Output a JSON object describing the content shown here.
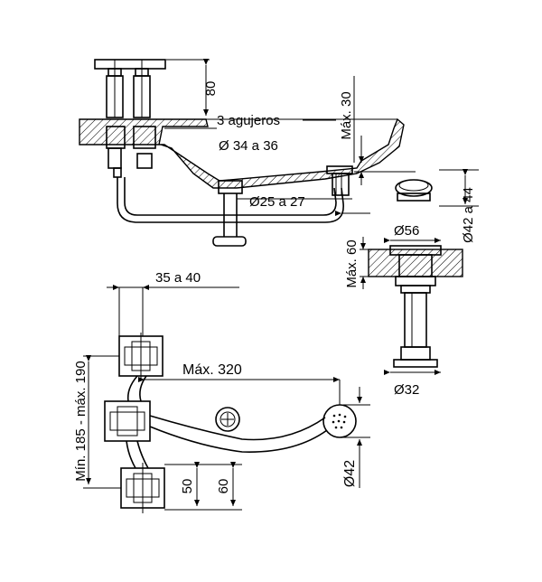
{
  "dimensions": {
    "faucet_height": "80",
    "holes_count": "3 agujeros",
    "holes_diameter": "Ø 34 a 36",
    "max_basin": "Máx. 30",
    "drain_diameter": "Ø25 a 27",
    "drain_plug_diameter": "Ø42 a 44",
    "flange_diameter": "Ø56",
    "max_thickness": "Máx. 60",
    "tail_diameter": "Ø32",
    "handle_spacing": "35 a 40",
    "max_length": "Máx. 320",
    "min_max_spread": "Mín. 185 - máx. 190",
    "dim_50": "50",
    "dim_60": "60",
    "spray_diameter": "Ø42"
  }
}
